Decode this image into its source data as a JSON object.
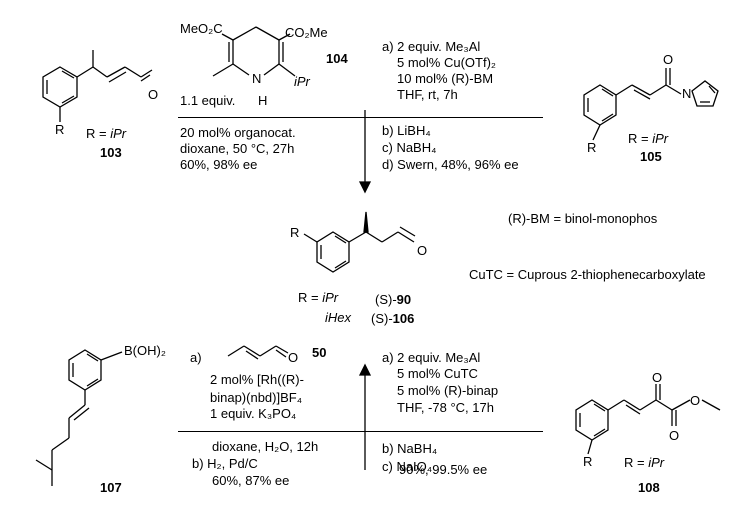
{
  "top": {
    "reactant_left": {
      "r_label": "R",
      "r_eq": "R = ",
      "r_val": "iPr",
      "compound": "103",
      "aldehyde": "O"
    },
    "hantzsch": {
      "ester_left": "MeO₂C",
      "ester_right": "CO₂Me",
      "compound": "104",
      "nh": "N",
      "h": "H",
      "ipr": "iPr",
      "equiv": "1.1 equiv."
    },
    "conditions_left": [
      "20 mol% organocat.",
      "dioxane, 50 °C, 27h",
      "60%, 98% ee"
    ],
    "conditions_right_a": [
      "a) 2 equiv. Me₃Al",
      "5 mol% Cu(OTf)₂",
      "10 mol% (R)-BM",
      "THF, rt, 7h"
    ],
    "conditions_right_bcd": [
      "b) LiBH₄",
      "c) NaBH₄",
      "d) Swern, 48%, 96% ee"
    ],
    "reactant_right": {
      "o": "O",
      "n": "N",
      "r_label": "R",
      "r_eq": "R = ",
      "r_val": "iPr",
      "compound": "105"
    }
  },
  "middle": {
    "product": {
      "r_label": "R",
      "o": "O",
      "r_eq": "R = ",
      "r_val1": "iPr",
      "r_val2": "iHex",
      "stereo1": "(S)-",
      "cmpd1": "90",
      "stereo2": "(S)-",
      "cmpd2": "106"
    },
    "note_bm": "(R)-BM = binol-monophos",
    "note_cutc": "CuTC = Cuprous 2-thiophenecarboxylate"
  },
  "bottom": {
    "reactant_left": {
      "boronic": "B(OH)₂",
      "compound": "107"
    },
    "conditions_left_a": {
      "prefix": "a)",
      "o": "O",
      "cmpd": "50",
      "lines": [
        "2 mol% [Rh((R)-",
        "binap)(nbd)]BF₄",
        "1 equiv. K₃PO₄"
      ]
    },
    "conditions_left_b": [
      "dioxane, H₂O, 12h",
      "b) H₂, Pd/C",
      "60%, 87% ee"
    ],
    "conditions_right_a": [
      "a) 2 equiv. Me₃Al",
      "5 mol% CuTC",
      "5 mol% (R)-binap",
      "THF, -78 °C, 17h"
    ],
    "conditions_right_bc": [
      "b) NaBH₄",
      "c) NaIO₄",
      "90%, 99.5% ee"
    ],
    "reactant_right": {
      "o1": "O",
      "o2": "O",
      "o3": "O",
      "r_label": "R",
      "r_eq": "R = ",
      "r_val": "iPr",
      "compound": "108"
    }
  }
}
